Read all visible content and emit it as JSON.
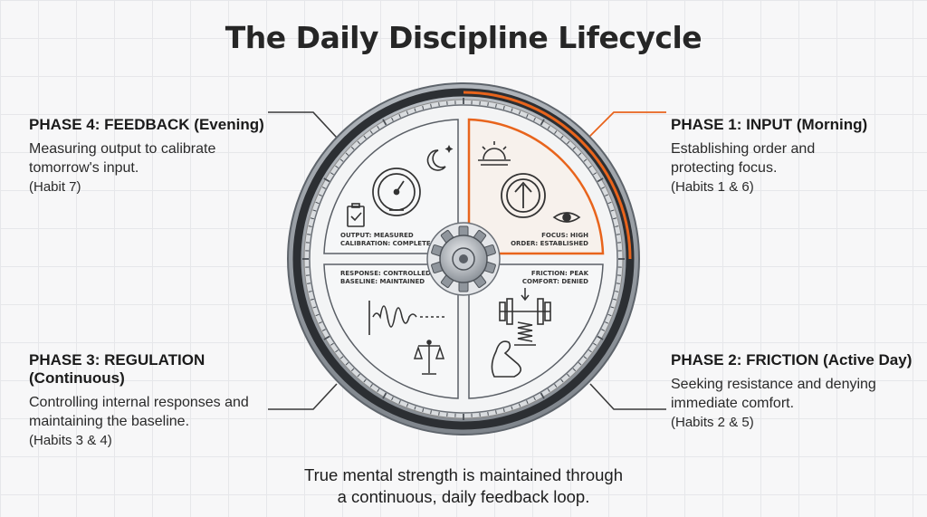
{
  "title": "The Daily Discipline Lifecycle",
  "phases": {
    "p1": {
      "title": "PHASE 1: INPUT (Morning)",
      "desc1": "Establishing order and",
      "desc2": "protecting focus.",
      "habits": "(Habits 1 & 6)"
    },
    "p2": {
      "title": "PHASE 2: FRICTION (Active Day)",
      "desc1": "Seeking resistance and denying",
      "desc2": "immediate comfort.",
      "habits": "(Habits 2 & 5)"
    },
    "p3": {
      "title": "PHASE 3: REGULATION (Continuous)",
      "desc1": "Controlling internal responses and",
      "desc2": "maintaining the baseline.",
      "habits": "(Habits 3 & 4)"
    },
    "p4": {
      "title": "PHASE 4: FEEDBACK (Evening)",
      "desc1": "Measuring output to calibrate",
      "desc2": "tomorrow's input.",
      "habits": "(Habit 7)"
    }
  },
  "quadrants": {
    "q1": {
      "line1": "FOCUS: HIGH",
      "line2": "ORDER: ESTABLISHED"
    },
    "q2": {
      "line1": "FRICTION: PEAK",
      "line2": "COMFORT: DENIED"
    },
    "q3": {
      "line1": "RESPONSE: CONTROLLED",
      "line2": "BASELINE: MAINTAINED"
    },
    "q4": {
      "line1": "OUTPUT: MEASURED",
      "line2": "CALIBRATION: COMPLETE"
    }
  },
  "footer": {
    "line1": "True mental strength is maintained through",
    "line2": "a continuous, daily feedback loop."
  },
  "colors": {
    "accent": "#e8641c",
    "ring_dark": "#2c2f33",
    "ring_steel": "#9aa0a6",
    "face": "#f3f4f5"
  },
  "icons": [
    "sun-rise-icon",
    "up-arrow-icon",
    "eye-icon",
    "dumbbell-icon",
    "spring-icon",
    "flexed-arm-icon",
    "waveform-icon",
    "scales-icon",
    "gauge-icon",
    "clipboard-check-icon",
    "moon-stars-icon",
    "gear-icon"
  ]
}
